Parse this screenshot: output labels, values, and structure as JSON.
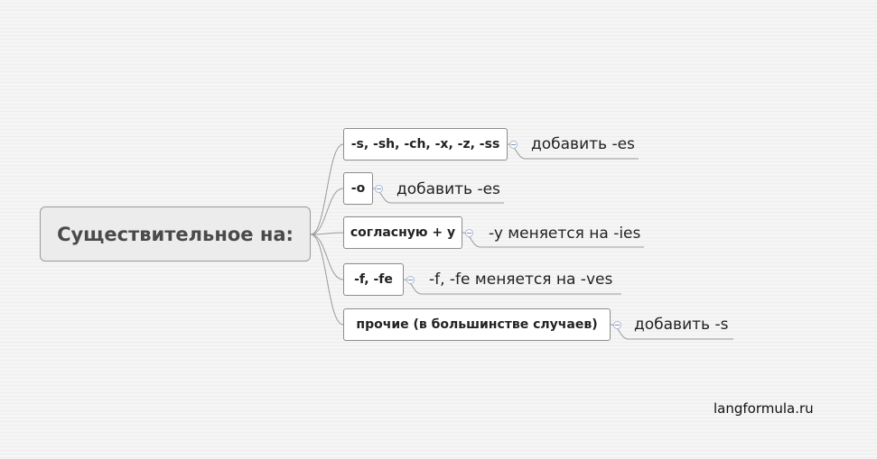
{
  "root": {
    "label": "Существительное на:"
  },
  "branches": [
    {
      "ending": "-s, -sh, -ch, -x, -z, -ss",
      "rule": "добавить -es"
    },
    {
      "ending": "-o",
      "rule": "добавить -es"
    },
    {
      "ending": "согласную + y",
      "rule": "-y меняется на -ies"
    },
    {
      "ending": "-f, -fe",
      "rule": "-f, -fe меняется на -ves"
    },
    {
      "ending": "прочие (в большинстве случаев)",
      "rule": "добавить -s"
    }
  ],
  "watermark": "langformula.ru",
  "colors": {
    "connector": "#9a9a9a",
    "root_border": "#9a9a9a",
    "topic_border": "#8c8c8c",
    "collapse_marker": "#a9b7d6"
  }
}
